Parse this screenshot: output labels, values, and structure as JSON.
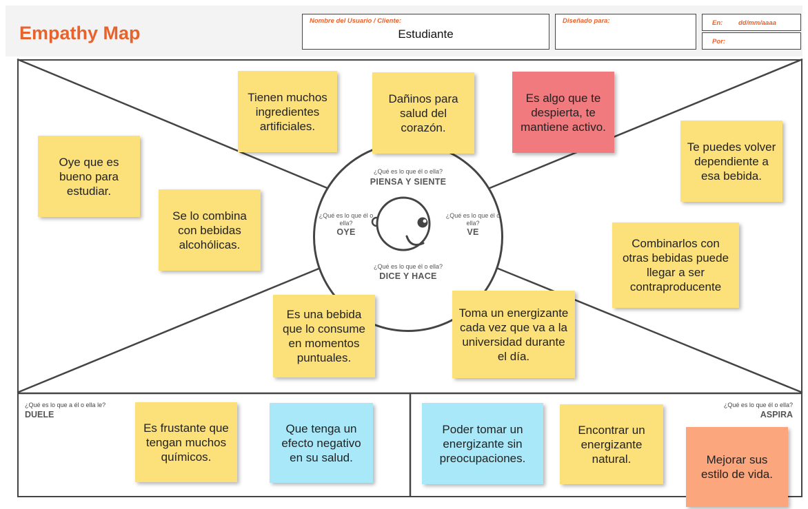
{
  "header": {
    "title": "Empathy Map",
    "user_label": "Nombre del Usuario / Cliente:",
    "user_value": "Estudiante",
    "designed_for_label": "Diseñado para:",
    "designed_for_value": "",
    "date_label": "En:",
    "date_value": "dd/mm/aaaa",
    "by_label": "Por:",
    "by_value": ""
  },
  "center": {
    "top_question": "¿Qué es lo que él o ella?",
    "top_zone": "PIENSA Y SIENTE",
    "left_question": "¿Qué es lo que él o ella?",
    "left_zone": "OYE",
    "right_question": "¿Qué es lo que él o ella?",
    "right_zone": "VE",
    "bottom_question": "¿Qué es lo que él o ella?",
    "bottom_zone": "DICE Y HACE"
  },
  "bottom": {
    "pain_question": "¿Qué es lo que a él o ella le?",
    "pain_zone": "DUELE",
    "gain_question": "¿Qué es lo que él o ella?",
    "gain_zone": "ASPIRA"
  },
  "notes": {
    "think_1": "Tienen muchos ingredientes artificiales.",
    "think_2": "Dañinos para salud del corazón.",
    "think_3": "Es algo que te despierta, te mantiene activo.",
    "hear_1": "Oye que es bueno para estudiar.",
    "hear_2": "Se lo combina con bebidas alcohólicas.",
    "see_1": "Te puedes volver dependiente a esa bebida.",
    "see_2": "Combinarlos con otras bebidas puede llegar a ser contraproducente",
    "do_1": "Es una bebida que lo consume en momentos puntuales.",
    "do_2": "Toma un energizante cada vez que va a la universidad durante el día.",
    "pain_1": "Es frustante que tengan muchos químicos.",
    "pain_2": "Que tenga un efecto negativo en su salud.",
    "gain_1": "Poder tomar un energizante sin preocupaciones.",
    "gain_2": "Encontrar un energizante natural.",
    "gain_3": "Mejorar sus estilo de vida."
  },
  "colors": {
    "title": "#e8622c",
    "yellow_note": "#fce07a",
    "red_note": "#f07a7e",
    "blue_note": "#a8e8f8",
    "orange_note": "#fba67c"
  }
}
